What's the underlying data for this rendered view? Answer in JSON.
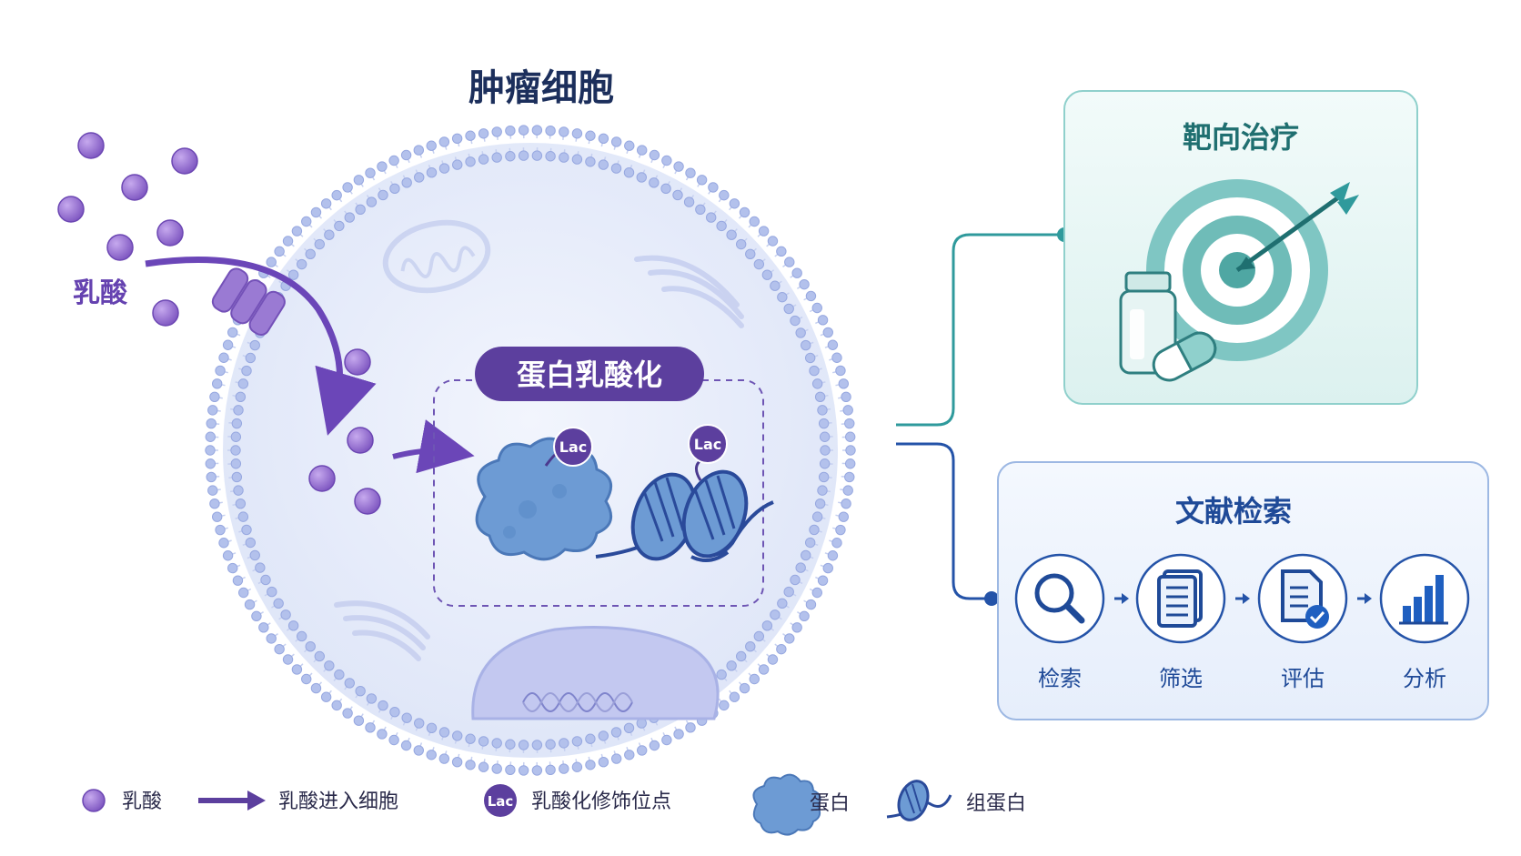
{
  "cell": {
    "title": "肿瘤细胞",
    "lactate_label": "乳酸",
    "lactylation_title": "蛋白乳酸化",
    "lac_marker": "Lac"
  },
  "targeted_therapy": {
    "title": "靶向治疗",
    "icons": [
      "target-icon",
      "arrow-icon",
      "vial-icon",
      "capsule-icon"
    ]
  },
  "literature_search": {
    "title": "文献检索",
    "steps": [
      {
        "label": "检索",
        "icon": "magnifier-icon"
      },
      {
        "label": "筛选",
        "icon": "document-list-icon"
      },
      {
        "label": "评估",
        "icon": "document-check-icon"
      },
      {
        "label": "分析",
        "icon": "bar-chart-icon"
      }
    ]
  },
  "legend": {
    "items": [
      {
        "label": "乳酸",
        "icon": "lactate-dot-icon"
      },
      {
        "label": "乳酸进入细胞",
        "icon": "arrow-icon"
      },
      {
        "label": "乳酸化修饰位点",
        "icon": "lac-marker-icon"
      },
      {
        "label": "蛋白",
        "icon": "protein-blob-icon"
      },
      {
        "label": "组蛋白",
        "icon": "histone-icon"
      }
    ]
  },
  "colors": {
    "lactate_purple": "#8a63c9",
    "dark_purple": "#5c3f9e",
    "cell_fill": "#e4eafa",
    "membrane_dot": "#a6b6e8",
    "protein_blue": "#6d9bd4",
    "teal": "#2f9a9c",
    "navy": "#2453a8",
    "title_navy": "#1c2f5c"
  }
}
